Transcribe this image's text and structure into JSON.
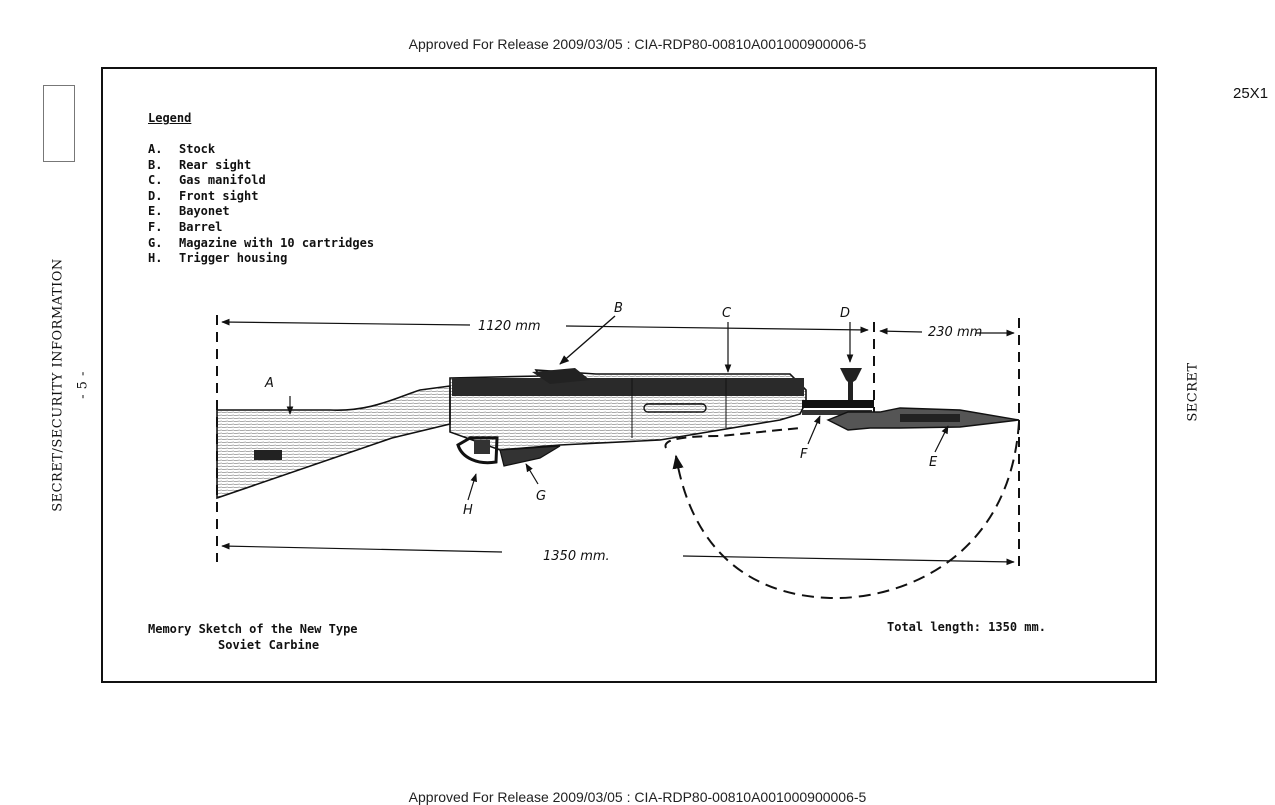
{
  "release_line": "Approved For Release 2009/03/05 : CIA-RDP80-00810A001000900006-5",
  "code": "25X1",
  "side_left": "SECRET/SECURITY INFORMATION",
  "page_marker": "- 5 -",
  "side_right": "SECRET",
  "legend": {
    "title": "Legend",
    "items": [
      {
        "key": "A.",
        "label": "Stock"
      },
      {
        "key": "B.",
        "label": "Rear sight"
      },
      {
        "key": "C.",
        "label": "Gas manifold"
      },
      {
        "key": "D.",
        "label": "Front sight"
      },
      {
        "key": "E.",
        "label": "Bayonet"
      },
      {
        "key": "F.",
        "label": "Barrel"
      },
      {
        "key": "G.",
        "label": "Magazine with 10 cartridges"
      },
      {
        "key": "H.",
        "label": "Trigger housing"
      }
    ]
  },
  "sketch": {
    "dim_1120": "1120 mm",
    "dim_230": "230 mm",
    "dim_1350": "1350 mm.",
    "label_a": "A",
    "label_b": "B",
    "label_c": "C",
    "label_d": "D",
    "label_e": "E",
    "label_f": "F",
    "label_g": "G",
    "label_h": "H"
  },
  "caption": {
    "line1": "Memory Sketch of the New Type",
    "line2": "Soviet Carbine"
  },
  "total_length": "Total length:  1350 mm."
}
